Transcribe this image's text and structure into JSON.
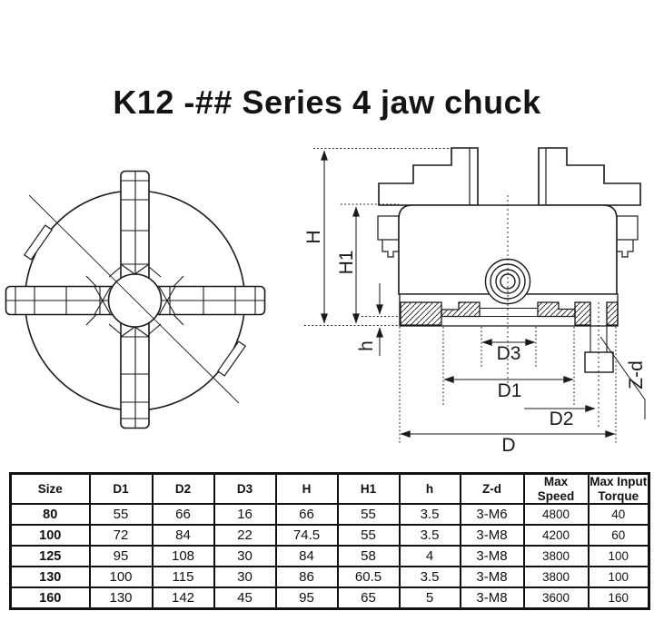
{
  "title": "K12 -## Series 4 jaw chuck",
  "drawing": {
    "dim_labels": {
      "H": "H",
      "H1": "H1",
      "h": "h",
      "D": "D",
      "D1": "D1",
      "D2": "D2",
      "D3": "D3",
      "zd": "Z-d"
    }
  },
  "table": {
    "columns": [
      "Size",
      "D1",
      "D2",
      "D3",
      "H",
      "H1",
      "h",
      "Z-d",
      "Max\nSpeed",
      "Max Input\nTorque"
    ],
    "rows": [
      [
        "80",
        "55",
        "66",
        "16",
        "66",
        "55",
        "3.5",
        "3-M6",
        "4800",
        "40"
      ],
      [
        "100",
        "72",
        "84",
        "22",
        "74.5",
        "55",
        "3.5",
        "3-M8",
        "4200",
        "60"
      ],
      [
        "125",
        "95",
        "108",
        "30",
        "84",
        "58",
        "4",
        "3-M8",
        "3800",
        "100"
      ],
      [
        "130",
        "100",
        "115",
        "30",
        "86",
        "60.5",
        "3.5",
        "3-M8",
        "3800",
        "100"
      ],
      [
        "160",
        "130",
        "142",
        "45",
        "95",
        "65",
        "5",
        "3-M8",
        "3600",
        "160"
      ]
    ]
  }
}
